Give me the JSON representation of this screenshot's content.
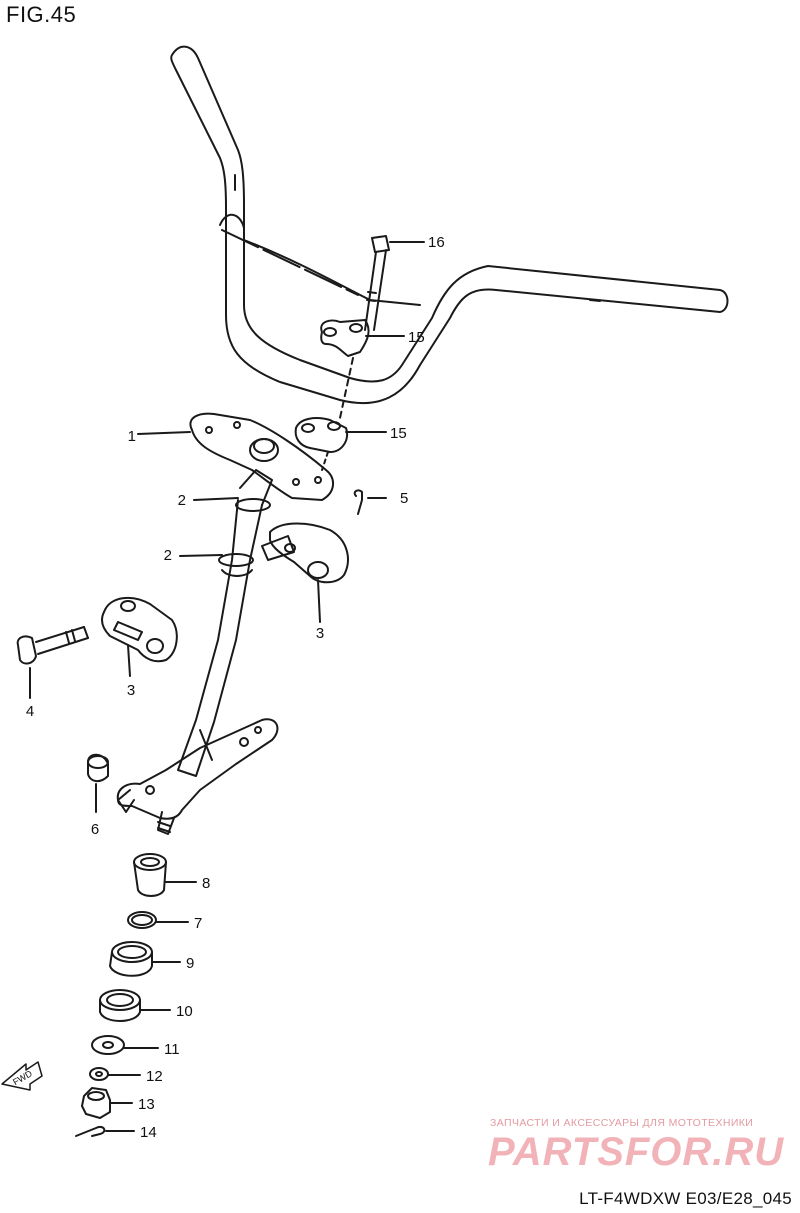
{
  "figure": {
    "title": "FIG.45",
    "model_code": "LT-F4WDXW E03/E28_045"
  },
  "watermark": {
    "caption": "ЗАПЧАСТИ И АКСЕССУАРЫ ДЛЯ МОТОТЕХНИКИ",
    "brand": "PARTSFOR.RU"
  },
  "fwd_label": "FWD",
  "callouts": [
    {
      "id": "c1",
      "text": "1"
    },
    {
      "id": "c2a",
      "text": "2"
    },
    {
      "id": "c2b",
      "text": "2"
    },
    {
      "id": "c3a",
      "text": "3"
    },
    {
      "id": "c3b",
      "text": "3"
    },
    {
      "id": "c4",
      "text": "4"
    },
    {
      "id": "c5",
      "text": "5"
    },
    {
      "id": "c6",
      "text": "6"
    },
    {
      "id": "c7",
      "text": "7"
    },
    {
      "id": "c8",
      "text": "8"
    },
    {
      "id": "c9",
      "text": "9"
    },
    {
      "id": "c10",
      "text": "10"
    },
    {
      "id": "c11",
      "text": "11"
    },
    {
      "id": "c12",
      "text": "12"
    },
    {
      "id": "c13",
      "text": "13"
    },
    {
      "id": "c14",
      "text": "14"
    },
    {
      "id": "c15a",
      "text": "15"
    },
    {
      "id": "c15b",
      "text": "15"
    },
    {
      "id": "c16",
      "text": "16"
    }
  ],
  "colors": {
    "line": "#1a1a1a",
    "watermark": "#f2b3b8"
  }
}
